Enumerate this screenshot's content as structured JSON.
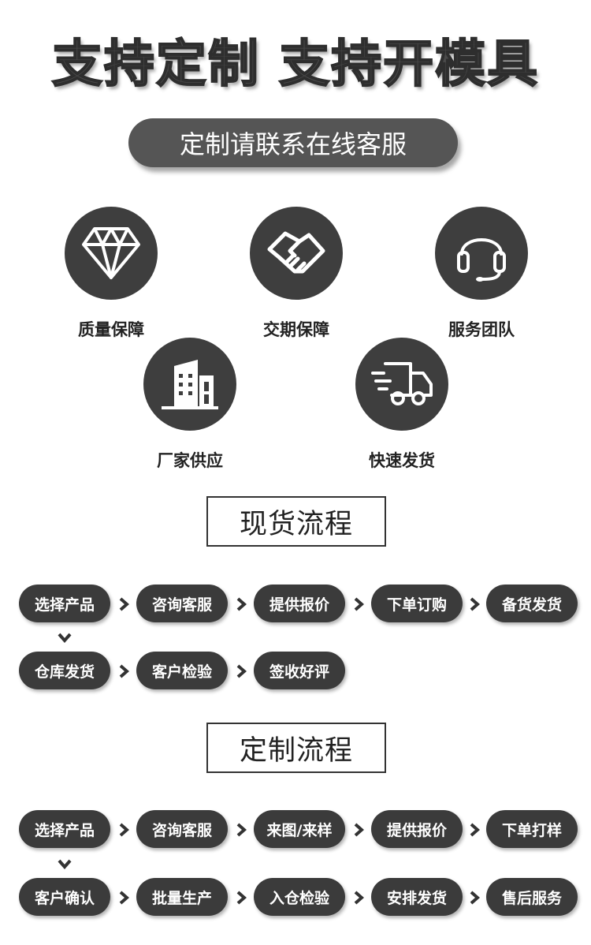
{
  "headline": "支持定制  支持开模具",
  "cta": "定制请联系在线客服",
  "features": [
    {
      "label": "质量保障",
      "icon": "diamond-icon"
    },
    {
      "label": "交期保障",
      "icon": "handshake-icon"
    },
    {
      "label": "服务团队",
      "icon": "headset-icon"
    },
    {
      "label": "厂家供应",
      "icon": "building-icon"
    },
    {
      "label": "快速发货",
      "icon": "delivery-truck-icon"
    }
  ],
  "stock_process": {
    "title": "现货流程",
    "steps": [
      "选择产品",
      "咨询客服",
      "提供报价",
      "下单订购",
      "备货发货",
      "仓库发货",
      "客户检验",
      "签收好评"
    ]
  },
  "custom_process": {
    "title": "定制流程",
    "steps": [
      "选择产品",
      "咨询客服",
      "来图/来样",
      "提供报价",
      "下单打样",
      "客户确认",
      "批量生产",
      "入仓检验",
      "安排发货",
      "售后服务"
    ]
  },
  "colors": {
    "dark_fill": "#3b3b3b",
    "pill_fill": "#555555",
    "text": "#222222"
  }
}
